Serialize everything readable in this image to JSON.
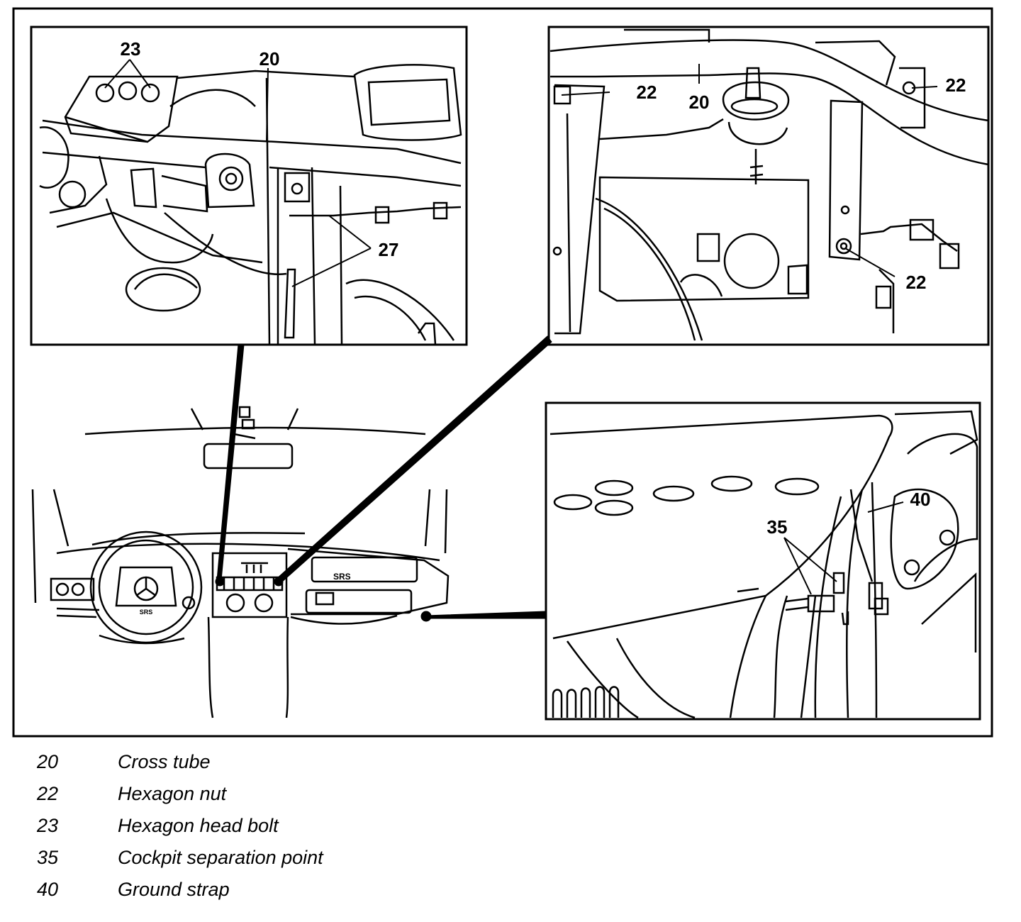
{
  "callouts": {
    "detail_a": {
      "bolt": "23",
      "cross_tube": "20",
      "cable_ties": "27"
    },
    "detail_b": {
      "nut_left": "22",
      "cross_tube": "20",
      "nut_right": "22",
      "nut_lower": "22"
    },
    "detail_c": {
      "separation_point": "35",
      "ground_strap": "40"
    }
  },
  "cockpit_badges": {
    "airbag": "SRS",
    "wheel": "SRS"
  },
  "legend": [
    {
      "number": "20",
      "description": "Cross tube"
    },
    {
      "number": "22",
      "description": "Hexagon nut"
    },
    {
      "number": "23",
      "description": "Hexagon head bolt"
    },
    {
      "number": "35",
      "description": "Cockpit separation point"
    },
    {
      "number": "40",
      "description": "Ground strap"
    }
  ]
}
